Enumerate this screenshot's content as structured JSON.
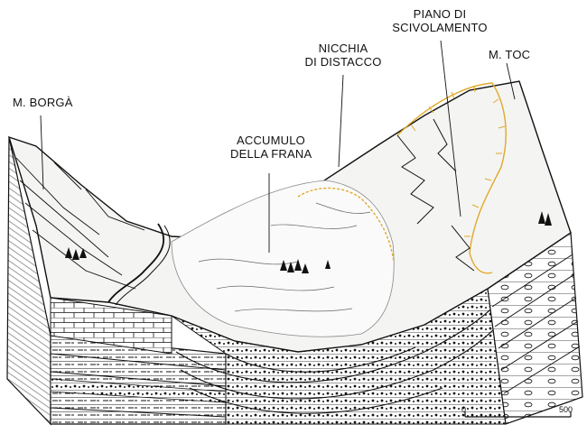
{
  "labels": {
    "borga": "M. BORGÀ",
    "accumulo_1": "ACCUMULO",
    "accumulo_2": "DELLA FRANA",
    "nicchia_1": "NICCHIA",
    "nicchia_2": "DI DISTACCO",
    "piano_1": "PIANO DI",
    "piano_2": "SCIVOLAMENTO",
    "toc": "M. TOC"
  },
  "scale": {
    "min": "0",
    "max": "500"
  },
  "colors": {
    "ink": "#111111",
    "paper": "#ffffff",
    "detachment_line": "#e0a92a",
    "terrain_fill": "#f4f4f2"
  }
}
